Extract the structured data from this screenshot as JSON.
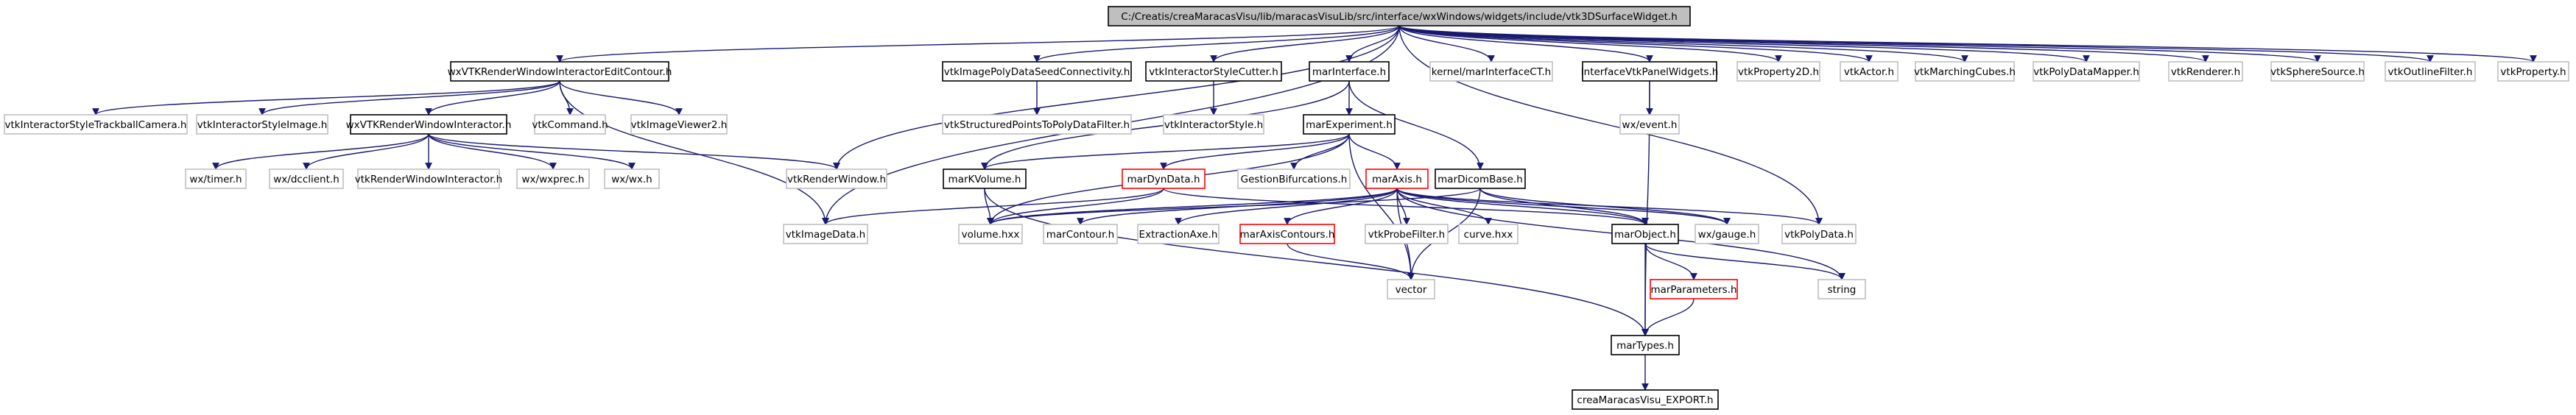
{
  "colors": {
    "root_fill": "#bfbfbf",
    "documented_border": "#000000",
    "undocumented_border": "#bfbfbf",
    "broken_border": "#ff0000",
    "edge": "#191970",
    "text": "#000000"
  },
  "nodes": [
    {
      "id": "root",
      "label": "C:/Creatis/creaMaracasVisu/lib/maracasVisuLib/src/interface/wxWindows/widgets/include/vtk3DSurfaceWidget.h",
      "kind": "root"
    },
    {
      "id": "wxVTKRWIEC",
      "label": "wxVTKRenderWindowInteractorEditContour.h",
      "kind": "documented"
    },
    {
      "id": "vtkImagePolyData",
      "label": "vtkImagePolyDataSeedConnectivity.h",
      "kind": "documented"
    },
    {
      "id": "vtkISCutter",
      "label": "vtkInteractorStyleCutter.h",
      "kind": "documented"
    },
    {
      "id": "marInterface",
      "label": "marInterface.h",
      "kind": "documented"
    },
    {
      "id": "kernelCT",
      "label": "kernel/marInterfaceCT.h",
      "kind": "undocumented"
    },
    {
      "id": "ivtkPanel",
      "label": "InterfaceVtkPanelWidgets.h",
      "kind": "documented"
    },
    {
      "id": "vtkProperty2D",
      "label": "vtkProperty2D.h",
      "kind": "undocumented"
    },
    {
      "id": "vtkActor",
      "label": "vtkActor.h",
      "kind": "undocumented"
    },
    {
      "id": "vtkMarching",
      "label": "vtkMarchingCubes.h",
      "kind": "undocumented"
    },
    {
      "id": "vtkPDMapper",
      "label": "vtkPolyDataMapper.h",
      "kind": "undocumented"
    },
    {
      "id": "vtkRenderer",
      "label": "vtkRenderer.h",
      "kind": "undocumented"
    },
    {
      "id": "vtkSphere",
      "label": "vtkSphereSource.h",
      "kind": "undocumented"
    },
    {
      "id": "vtkOutline",
      "label": "vtkOutlineFilter.h",
      "kind": "undocumented"
    },
    {
      "id": "vtkProperty",
      "label": "vtkProperty.h",
      "kind": "undocumented"
    },
    {
      "id": "vtkISTC",
      "label": "vtkInteractorStyleTrackballCamera.h",
      "kind": "undocumented"
    },
    {
      "id": "vtkISImage",
      "label": "vtkInteractorStyleImage.h",
      "kind": "undocumented"
    },
    {
      "id": "wxVTKRWI",
      "label": "wxVTKRenderWindowInteractor.h",
      "kind": "documented"
    },
    {
      "id": "vtkCommand",
      "label": "vtkCommand.h",
      "kind": "undocumented"
    },
    {
      "id": "vtkImageViewer2",
      "label": "vtkImageViewer2.h",
      "kind": "undocumented"
    },
    {
      "id": "vtkSPTPDF",
      "label": "vtkStructuredPointsToPolyDataFilter.h",
      "kind": "undocumented"
    },
    {
      "id": "vtkIS",
      "label": "vtkInteractorStyle.h",
      "kind": "undocumented"
    },
    {
      "id": "marExperiment",
      "label": "marExperiment.h",
      "kind": "documented"
    },
    {
      "id": "wxevent",
      "label": "wx/event.h",
      "kind": "undocumented"
    },
    {
      "id": "wxtimer",
      "label": "wx/timer.h",
      "kind": "undocumented"
    },
    {
      "id": "wxdcclient",
      "label": "wx/dcclient.h",
      "kind": "undocumented"
    },
    {
      "id": "vtkRWI",
      "label": "vtkRenderWindowInteractor.h",
      "kind": "undocumented"
    },
    {
      "id": "wxexprec",
      "label": "wx/wxprec.h",
      "kind": "undocumented"
    },
    {
      "id": "wxwx",
      "label": "wx/wx.h",
      "kind": "undocumented"
    },
    {
      "id": "vtkRW",
      "label": "vtkRenderWindow.h",
      "kind": "undocumented"
    },
    {
      "id": "marKVolume",
      "label": "marKVolume.h",
      "kind": "documented"
    },
    {
      "id": "marDynData",
      "label": "marDynData.h",
      "kind": "broken"
    },
    {
      "id": "gestion",
      "label": "GestionBifurcations.h",
      "kind": "undocumented"
    },
    {
      "id": "marAxis",
      "label": "marAxis.h",
      "kind": "broken"
    },
    {
      "id": "marDicomBase",
      "label": "marDicomBase.h",
      "kind": "documented"
    },
    {
      "id": "vtkImageData",
      "label": "vtkImageData.h",
      "kind": "undocumented"
    },
    {
      "id": "volumehxx",
      "label": "volume.hxx",
      "kind": "undocumented"
    },
    {
      "id": "marContour",
      "label": "marContour.h",
      "kind": "undocumented"
    },
    {
      "id": "extractionAxe",
      "label": "ExtractionAxe.h",
      "kind": "undocumented"
    },
    {
      "id": "marAxisContours",
      "label": "marAxisContours.h",
      "kind": "broken"
    },
    {
      "id": "vtkProbe",
      "label": "vtkProbeFilter.h",
      "kind": "undocumented"
    },
    {
      "id": "curvehxx",
      "label": "curve.hxx",
      "kind": "undocumented"
    },
    {
      "id": "marObject",
      "label": "marObject.h",
      "kind": "documented"
    },
    {
      "id": "wxgauge",
      "label": "wx/gauge.h",
      "kind": "undocumented"
    },
    {
      "id": "vtkPolyData",
      "label": "vtkPolyData.h",
      "kind": "undocumented"
    },
    {
      "id": "vector",
      "label": "vector",
      "kind": "undocumented"
    },
    {
      "id": "marParameters",
      "label": "marParameters.h",
      "kind": "broken"
    },
    {
      "id": "string",
      "label": "string",
      "kind": "undocumented"
    },
    {
      "id": "marTypes",
      "label": "marTypes.h",
      "kind": "documented"
    },
    {
      "id": "creaExport",
      "label": "creaMaracasVisu_EXPORT.h",
      "kind": "documented"
    }
  ],
  "edges": [
    [
      "root",
      "wxVTKRWIEC"
    ],
    [
      "root",
      "vtkImagePolyData"
    ],
    [
      "root",
      "vtkISCutter"
    ],
    [
      "root",
      "marInterface"
    ],
    [
      "root",
      "kernelCT"
    ],
    [
      "root",
      "ivtkPanel"
    ],
    [
      "root",
      "vtkProperty2D"
    ],
    [
      "root",
      "vtkActor"
    ],
    [
      "root",
      "vtkMarching"
    ],
    [
      "root",
      "vtkPDMapper"
    ],
    [
      "root",
      "vtkRenderer"
    ],
    [
      "root",
      "vtkSphere"
    ],
    [
      "root",
      "vtkOutline"
    ],
    [
      "root",
      "vtkProperty"
    ],
    [
      "root",
      "vtkRW"
    ],
    [
      "root",
      "vtkImageData"
    ],
    [
      "root",
      "vtkPolyData"
    ],
    [
      "wxVTKRWIEC",
      "vtkISTC"
    ],
    [
      "wxVTKRWIEC",
      "vtkISImage"
    ],
    [
      "wxVTKRWIEC",
      "wxVTKRWI"
    ],
    [
      "wxVTKRWIEC",
      "vtkCommand"
    ],
    [
      "wxVTKRWIEC",
      "vtkImageViewer2"
    ],
    [
      "wxVTKRWIEC",
      "vtkImageData"
    ],
    [
      "wxVTKRWI",
      "wxtimer"
    ],
    [
      "wxVTKRWI",
      "wxdcclient"
    ],
    [
      "wxVTKRWI",
      "vtkRWI"
    ],
    [
      "wxVTKRWI",
      "wxexprec"
    ],
    [
      "wxVTKRWI",
      "wxwx"
    ],
    [
      "wxVTKRWI",
      "vtkRW"
    ],
    [
      "vtkImagePolyData",
      "vtkSPTPDF"
    ],
    [
      "vtkISCutter",
      "vtkIS"
    ],
    [
      "marInterface",
      "marExperiment"
    ],
    [
      "marInterface",
      "marKVolume"
    ],
    [
      "marInterface",
      "marDicomBase"
    ],
    [
      "ivtkPanel",
      "wxevent"
    ],
    [
      "ivtkPanel",
      "marTypes"
    ],
    [
      "marExperiment",
      "marKVolume"
    ],
    [
      "marExperiment",
      "marDynData"
    ],
    [
      "marExperiment",
      "gestion"
    ],
    [
      "marExperiment",
      "marAxis"
    ],
    [
      "marExperiment",
      "volumehxx"
    ],
    [
      "marExperiment",
      "vector"
    ],
    [
      "marKVolume",
      "volumehxx"
    ],
    [
      "marKVolume",
      "marTypes"
    ],
    [
      "marDynData",
      "vtkImageData"
    ],
    [
      "marDynData",
      "volumehxx"
    ],
    [
      "marDynData",
      "marObject"
    ],
    [
      "marAxis",
      "volumehxx"
    ],
    [
      "marAxis",
      "marContour"
    ],
    [
      "marAxis",
      "extractionAxe"
    ],
    [
      "marAxis",
      "marAxisContours"
    ],
    [
      "marAxis",
      "vtkProbe"
    ],
    [
      "marAxis",
      "curvehxx"
    ],
    [
      "marAxis",
      "marObject"
    ],
    [
      "marAxis",
      "wxgauge"
    ],
    [
      "marAxis",
      "vtkPolyData"
    ],
    [
      "marAxis",
      "vector"
    ],
    [
      "marAxis",
      "string"
    ],
    [
      "marAxisContours",
      "vector"
    ],
    [
      "marDicomBase",
      "volumehxx"
    ],
    [
      "marDicomBase",
      "marObject"
    ],
    [
      "marDicomBase",
      "wxgauge"
    ],
    [
      "marDicomBase",
      "vector"
    ],
    [
      "marObject",
      "marParameters"
    ],
    [
      "marObject",
      "string"
    ],
    [
      "marObject",
      "marTypes"
    ],
    [
      "marParameters",
      "marTypes"
    ],
    [
      "marTypes",
      "creaExport"
    ]
  ]
}
